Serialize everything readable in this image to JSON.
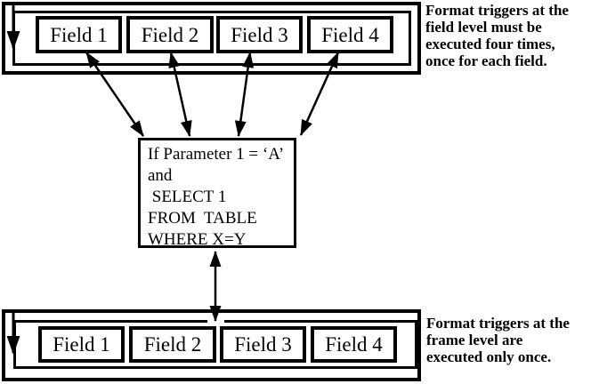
{
  "top_frame": {
    "fields": [
      "Field 1",
      "Field 2",
      "Field 3",
      "Field 4"
    ]
  },
  "bottom_frame": {
    "fields": [
      "Field 1",
      "Field 2",
      "Field 3",
      "Field 4"
    ]
  },
  "code_box": {
    "lines": [
      "If Parameter 1 = ‘A’",
      "and",
      " SELECT 1",
      "FROM  TABLE",
      "WHERE X=Y"
    ]
  },
  "annotations": {
    "field_level_lines": [
      "Format triggers at the",
      "field level must be",
      "executed four times,",
      "once for each field."
    ],
    "frame_level_lines": [
      "Format triggers at the",
      "frame level are",
      "executed only once."
    ]
  },
  "icons": {
    "flow_arrow": "down-arrow",
    "trigger_arrow": "double-headed-arrow"
  },
  "colors": {
    "ink": "#000000",
    "background": "#ffffff"
  }
}
